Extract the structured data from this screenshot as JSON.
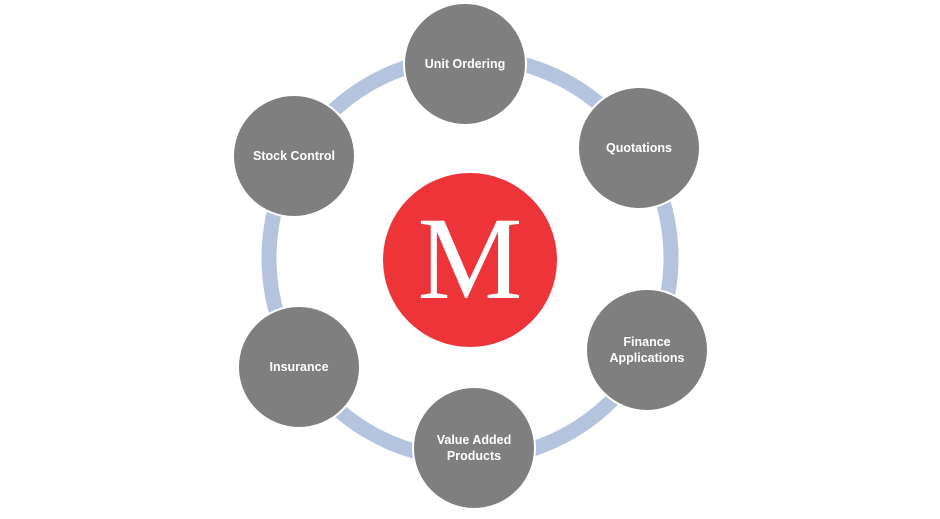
{
  "title": "M",
  "colors": {
    "ring": "#B4C4DE",
    "node": "#7F7F7F",
    "center": "#EC3439"
  },
  "nodes": [
    {
      "label": [
        "Unit Ordering"
      ]
    },
    {
      "label": [
        "Quotations"
      ]
    },
    {
      "label": [
        "Finance",
        "Applications"
      ]
    },
    {
      "label": [
        "Value Added",
        "Products"
      ]
    },
    {
      "label": [
        "Insurance"
      ]
    },
    {
      "label": [
        "Stock Control"
      ]
    }
  ]
}
